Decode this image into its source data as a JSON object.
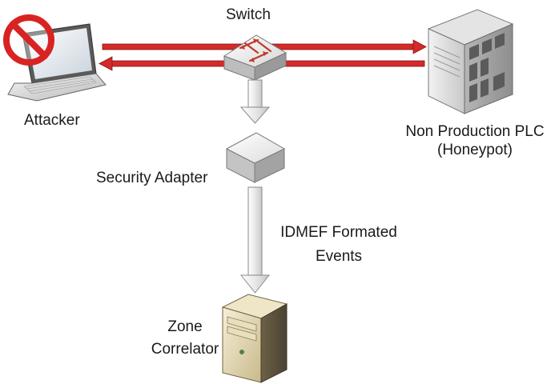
{
  "labels": {
    "switch": "Switch",
    "attacker": "Attacker",
    "plc_line1": "Non Production PLC",
    "plc_line2": "(Honeypot)",
    "security_adapter": "Security Adapter",
    "idmef_line1": "IDMEF Formated",
    "idmef_line2": "Events",
    "zone_line1": "Zone",
    "zone_line2": "Correlator"
  },
  "colors": {
    "traffic_arrow": "#d42a2a",
    "flow_arrow_fill": "#e8e8e8",
    "prohibited_sign": "#d92323"
  },
  "icons": {
    "attacker": "laptop-icon",
    "attacker_overlay": "prohibited-icon",
    "switch": "network-switch-icon",
    "plc": "plc-server-icon",
    "security_adapter": "security-adapter-icon",
    "zone_correlator": "server-tower-icon"
  }
}
